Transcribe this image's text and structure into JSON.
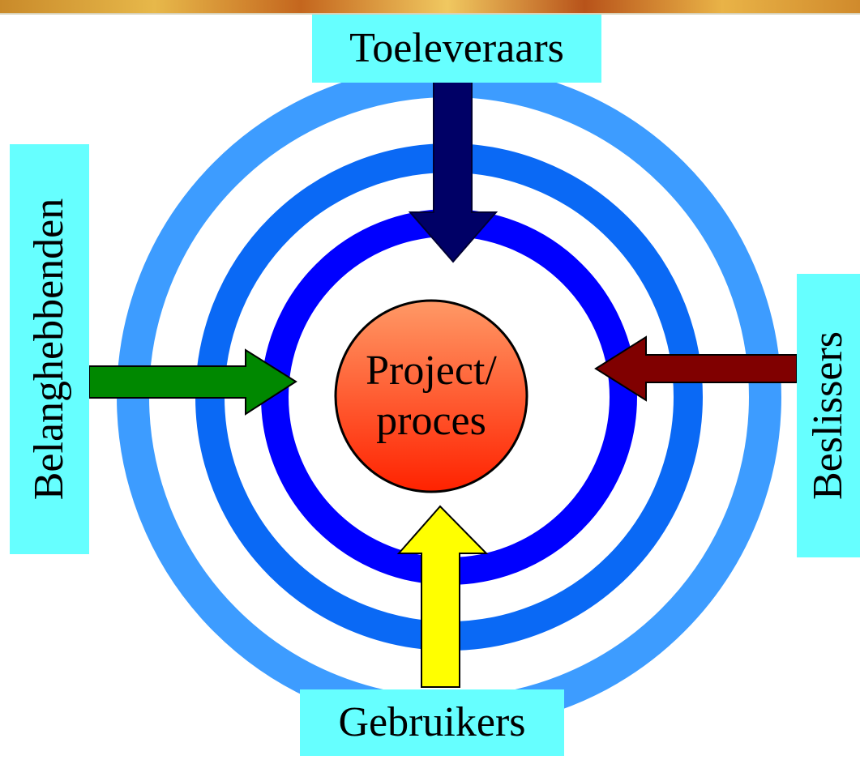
{
  "diagram": {
    "center": {
      "line1": "Project/",
      "line2": "proces"
    },
    "labels": {
      "top": "Toeleveraars",
      "bottom": "Gebruikers",
      "left": "Belanghebbenden",
      "right": "Beslissers"
    },
    "colors": {
      "outer_ring": "#3d9cff",
      "middle_ring": "#0a69f5",
      "inner_ring": "#0000ff",
      "label_bg": "#66ffff",
      "arrow_top": "#000066",
      "arrow_bottom": "#ffff00",
      "arrow_left": "#008800",
      "arrow_right": "#800000",
      "center_gradient_top": "#ff9966",
      "center_gradient_bottom": "#ff2200"
    }
  }
}
